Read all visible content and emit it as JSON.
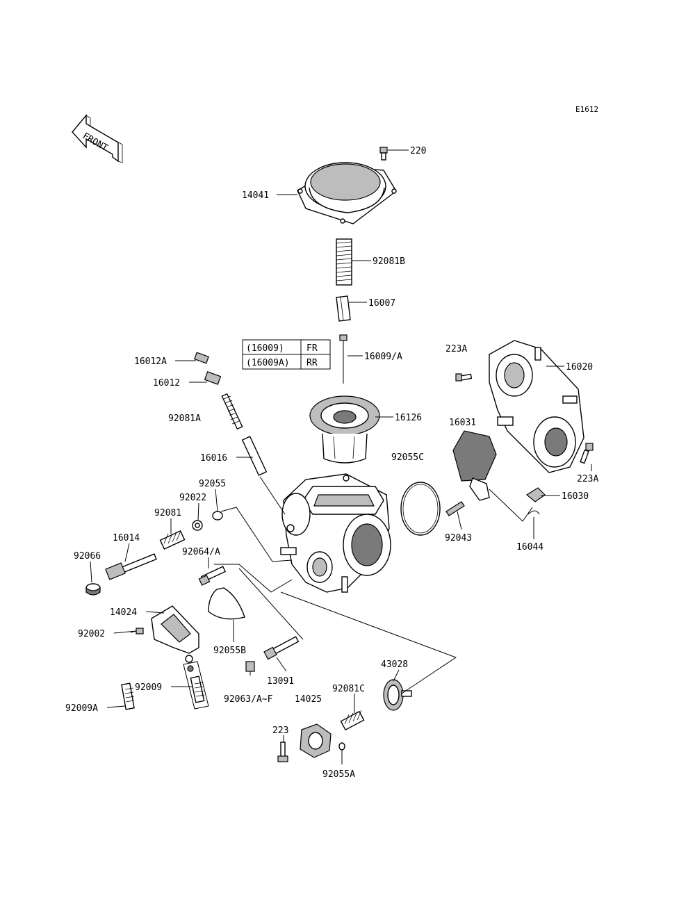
{
  "diagram_code": "E1612",
  "front_indicator": "FRONT",
  "variant_table": {
    "rows": [
      {
        "part": "(16009)",
        "position": "FR"
      },
      {
        "part": "(16009A)",
        "position": "RR"
      }
    ]
  },
  "part_labels": {
    "p220": "220",
    "p14041": "14041",
    "p92081B": "92081B",
    "p16007": "16007",
    "p16009A": "16009/A",
    "p16012A": "16012A",
    "p16012": "16012",
    "p92081A": "92081A",
    "p16126": "16126",
    "p223A_top": "223A",
    "p16020": "16020",
    "p16031": "16031",
    "p92055C": "92055C",
    "p223A_right": "223A",
    "p16016": "16016",
    "p92055": "92055",
    "p92022": "92022",
    "p92081": "92081",
    "p16030": "16030",
    "p16014": "16014",
    "p92066": "92066",
    "p92064A": "92064/A",
    "p92043": "92043",
    "p16044": "16044",
    "p14024": "14024",
    "p92002": "92002",
    "p92055B": "92055B",
    "p43028": "43028",
    "p13091": "13091",
    "p92009": "92009",
    "p92063AF": "92063/A~F",
    "p14025": "14025",
    "p92081C": "92081C",
    "p92009A": "92009A",
    "p223": "223",
    "p92055A": "92055A"
  }
}
